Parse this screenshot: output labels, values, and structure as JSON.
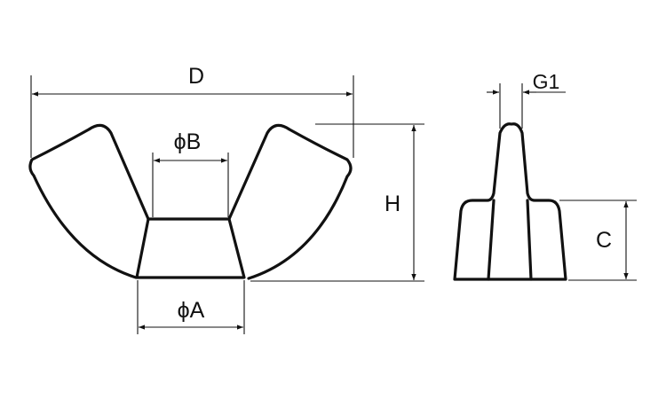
{
  "labels": {
    "D": "D",
    "phiB": "ϕB",
    "phiA": "ϕA",
    "H": "H",
    "G1": "G1",
    "C": "C"
  },
  "colors": {
    "line": "#111111",
    "background": "#ffffff"
  }
}
